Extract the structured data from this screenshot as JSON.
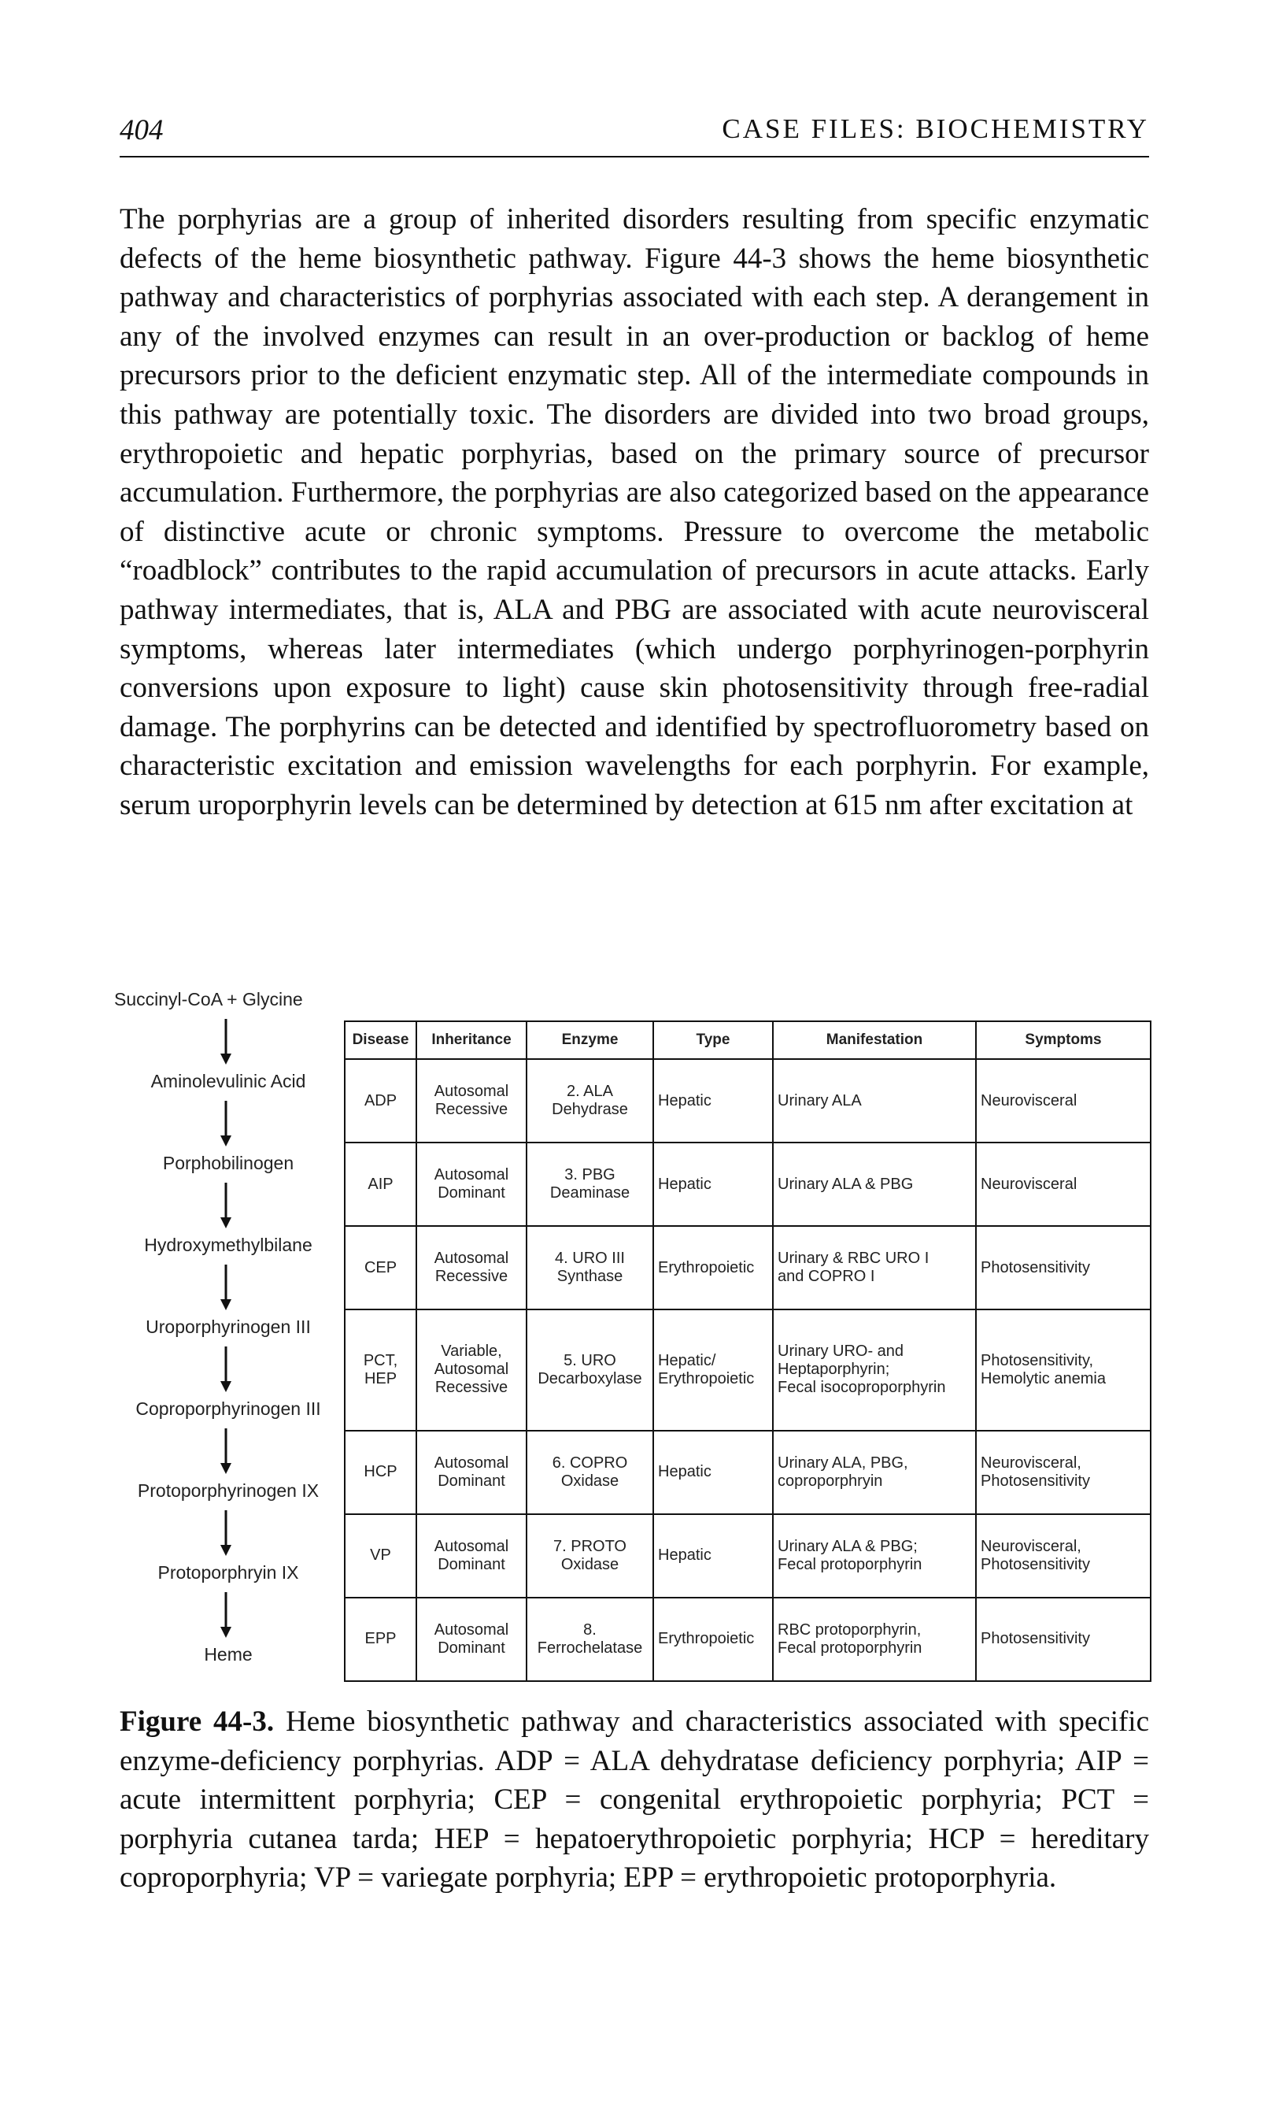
{
  "header": {
    "page_number": "404",
    "running_title": "CASE FILES: BIOCHEMISTRY"
  },
  "body_paragraph": "The porphyrias are a group of inherited disorders resulting from specific enzymatic defects of the heme biosynthetic pathway. Figure 44-3 shows the heme biosynthetic pathway and characteristics of porphyrias associated with each step. A derangement in any of the involved enzymes can result in an over-production or backlog of heme precursors prior to the deficient enzymatic step. All of the intermediate compounds in this pathway are potentially toxic. The disorders are divided into two broad groups, erythropoietic and hepatic porphyrias, based on the primary source of precursor accumulation. Furthermore, the porphyrias are also categorized based on the appearance of distinctive acute or chronic symptoms. Pressure to overcome the metabolic “roadblock” contributes to the rapid accumulation of precursors in acute attacks. Early pathway intermediates, that is, ALA and PBG are associated with acute neurovisceral symptoms, whereas later intermediates (which undergo porphyrinogen-porphyrin conversions upon exposure to light) cause skin photosensitivity through free-radial damage. The porphyrins can be detected and identified by spectrofluorometry based on characteristic excitation and emission wavelengths for each porphyrin. For example, serum uroporphyrin levels can be determined by detection at 615 nm after excitation at",
  "figure": {
    "pathway": [
      "Succinyl-CoA + Glycine",
      "Aminolevulinic Acid",
      "Porphobilinogen",
      "Hydroxymethylbilane",
      "Uroporphyrinogen III",
      "Coproporphyrinogen III",
      "Protoporphyrinogen IX",
      "Protoporphryin IX",
      "Heme"
    ],
    "table": {
      "headers": [
        "Disease",
        "Inheritance",
        "Enzyme",
        "Type",
        "Manifestation",
        "Symptoms"
      ],
      "rows": [
        [
          "ADP",
          "Autosomal\nRecessive",
          "2. ALA\nDehydrase",
          "Hepatic",
          "Urinary ALA",
          "Neurovisceral"
        ],
        [
          "AIP",
          "Autosomal\nDominant",
          "3. PBG\nDeaminase",
          "Hepatic",
          "Urinary ALA & PBG",
          "Neurovisceral"
        ],
        [
          "CEP",
          "Autosomal\nRecessive",
          "4. URO III\nSynthase",
          "Erythropoietic",
          "Urinary & RBC URO I\nand COPRO I",
          "Photosensitivity"
        ],
        [
          "PCT,\nHEP",
          "Variable,\nAutosomal\nRecessive",
          "5. URO\nDecarboxylase",
          "Hepatic/\nErythropoietic",
          "Urinary URO- and\nHeptaporphyrin;\nFecal isocoproporphyrin",
          "Photosensitivity,\nHemolytic anemia"
        ],
        [
          "HCP",
          "Autosomal\nDominant",
          "6. COPRO\nOxidase",
          "Hepatic",
          "Urinary ALA, PBG,\ncoproporphryin",
          "Neurovisceral,\nPhotosensitivity"
        ],
        [
          "VP",
          "Autosomal\nDominant",
          "7. PROTO\nOxidase",
          "Hepatic",
          "Urinary ALA & PBG;\nFecal protoporphyrin",
          "Neurovisceral,\nPhotosensitivity"
        ],
        [
          "EPP",
          "Autosomal\nDominant",
          "8. Ferrochelatase",
          "Erythropoietic",
          "RBC protoporphyrin,\nFecal protoporphyrin",
          "Photosensitivity"
        ]
      ]
    },
    "caption_label": "Figure 44-3.",
    "caption_text": "Heme biosynthetic pathway and characteristics associated with specific enzyme-deficiency porphyrias. ADP = ALA dehydratase deficiency porphyria; AIP = acute intermittent porphyria; CEP = congenital erythropoietic porphyria; PCT = porphyria cutanea tarda; HEP = hepatoerythropoietic porphyria; HCP = hereditary coproporphyria; VP = variegate porphyria; EPP = erythropoietic protoporphyria."
  }
}
